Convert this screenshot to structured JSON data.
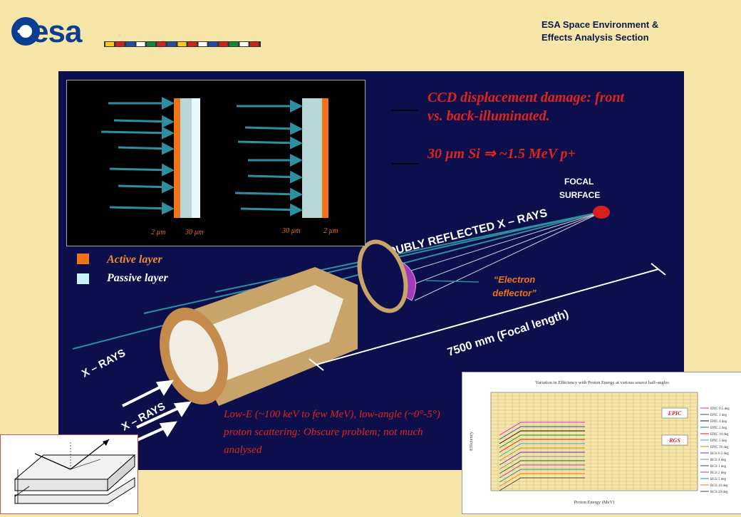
{
  "header": {
    "logo_text": "esa",
    "section_line1": "ESA Space Environment &",
    "section_line2": "Effects Analysis Section"
  },
  "slide": {
    "title_line1": "CCD displacement damage: front",
    "title_line2": "vs. back-illuminated.",
    "title_line3": "30 µm Si  ⇒ ~1.5 MeV p+",
    "legend": {
      "active": "Active layer",
      "passive": "Passive layer"
    },
    "ccd": {
      "front_labels": [
        "2 µm",
        "30 µm"
      ],
      "back_labels": [
        "30 µm",
        "2 µm"
      ]
    },
    "telescope": {
      "focal_surface": [
        "FOCAL",
        "SURFACE"
      ],
      "doubly_reflected": "DOUBLY REFLECTED X – RAYS",
      "xrays": "X – RAYS",
      "focal_length": "7500 mm  (Focal  length)"
    },
    "electron_deflector_line1": "“Electron",
    "electron_deflector_line2": "deflector”",
    "lowe_text": "Low-E (~100 keV to few MeV), low-angle (~0°-5°) proton scattering: Obscure problem; not much analysed",
    "plot_inset": {
      "title": "Variation in Efficiency with Proton Energy at various source half-angles",
      "ylabel": "Efficiency",
      "xlabel": "Proton Energy (MeV)",
      "tag_epic": "EPIC",
      "tag_rgs": "RGS",
      "legend_items": [
        "EPIC 0.5 deg",
        "EPIC 1 deg",
        "EPIC 4 deg",
        "EPIC 2 deg",
        "EPIC 10 deg",
        "EPIC 5 deg",
        "EPIC 20 deg",
        "RGS 0.5 deg",
        "RGS 4 deg",
        "RGS 1 deg",
        "RGS 2 deg",
        "RGS 5 deg",
        "RGS 10 deg",
        "RGS 20 deg"
      ]
    }
  },
  "colors": {
    "background": "#f6e6a9",
    "slide": "#0d0f4d",
    "title_red": "#e0231b",
    "active_orange": "#ef7317",
    "passive_cyan": "#c7f3fa",
    "deflector_purple": "#a23bb8",
    "focal_red": "#d8201b"
  }
}
